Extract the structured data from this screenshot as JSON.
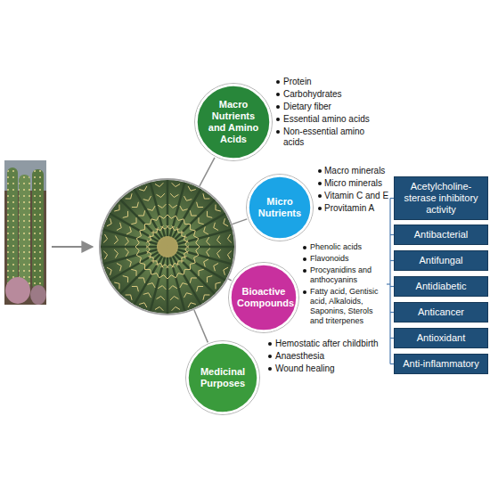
{
  "diagram": {
    "nodes": [
      {
        "text": [
          "Macro Nutrients and Amino Acids"
        ]
      },
      {
        "text": [
          "Micro Nutrients"
        ]
      },
      {
        "text": [
          "Bioactive Compounds"
        ]
      },
      {
        "text": [
          "Medicinal Purposes"
        ]
      },
      {
        "text": [
          "Acetylcholine- sterase inhibitory activity"
        ]
      },
      {
        "text": [
          "Antibacterial"
        ]
      },
      {
        "text": [
          "Antifungal"
        ]
      },
      {
        "text": [
          "Antidiabetic"
        ]
      },
      {
        "text": [
          "Anticancer"
        ]
      },
      {
        "text": [
          "Antioxidant"
        ]
      },
      {
        "text": [
          "Anti-inflammatory"
        ]
      }
    ],
    "labels": [
      "Protein",
      "Carbohydrates",
      "Dietary fiber",
      "Essential amino acids",
      "Non-essential amino acids",
      "Macro minerals",
      "Micro minerals",
      "Vitamin C and E",
      "Provitamin A",
      "Phenolic acids",
      "Flavonoids",
      "Procyanidins and anthocyanins",
      "Fatty acid, Gentisic acid, Alkaloids, Saponins, Sterols and triterpenes",
      "Hemostatic after childbirth",
      "Anaesthesia",
      "Wound healing"
    ]
  }
}
